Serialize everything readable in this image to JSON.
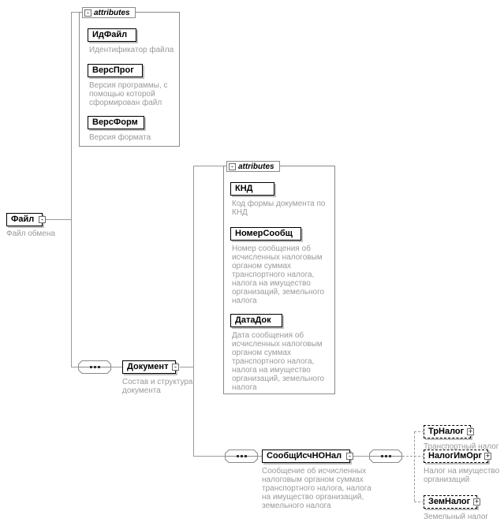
{
  "diagram": {
    "symbols": {
      "expanded": "-",
      "collapsed": "+"
    },
    "file": {
      "name": "Файл",
      "annotation": "Файл обмена"
    },
    "file_attributes": {
      "label": "attributes",
      "items": [
        {
          "name": "ИдФайл",
          "annotation": "Идентификатор файла"
        },
        {
          "name": "ВерсПрог",
          "annotation": "Версия программы, с помощью которой сформирован файл"
        },
        {
          "name": "ВерсФорм",
          "annotation": "Версия формата"
        }
      ]
    },
    "document": {
      "name": "Документ",
      "annotation": "Состав и структура документа"
    },
    "document_attributes": {
      "label": "attributes",
      "items": [
        {
          "name": "КНД",
          "annotation": "Код формы документа по КНД"
        },
        {
          "name": "НомерСообщ",
          "annotation": "Номер сообщения об исчисленных налоговым органом суммах транспортного налога, налога на имущество организаций, земельного налога"
        },
        {
          "name": "ДатаДок",
          "annotation": "Дата сообщения об исчисленных налоговым органом суммах транспортного налога, налога на имущество организаций, земельного налога"
        }
      ]
    },
    "message": {
      "name": "СообщИсчНОНал",
      "annotation": "Сообщение об исчисленных налоговым органом суммах транспортного налога, налога на имущество организаций, земельного налога"
    },
    "optional_elements": [
      {
        "name": "ТрНалог",
        "annotation": "Транспортный налог"
      },
      {
        "name": "НалогИмОрг",
        "annotation": "Налог на имущество организаций"
      },
      {
        "name": "ЗемНалог",
        "annotation": "Земельный налог"
      }
    ]
  },
  "colors": {
    "element_border": "#000000",
    "annotation_text": "#9a9a9a",
    "connector_line": "#9a9a9a",
    "box_shadow": "#bfbfbf"
  }
}
